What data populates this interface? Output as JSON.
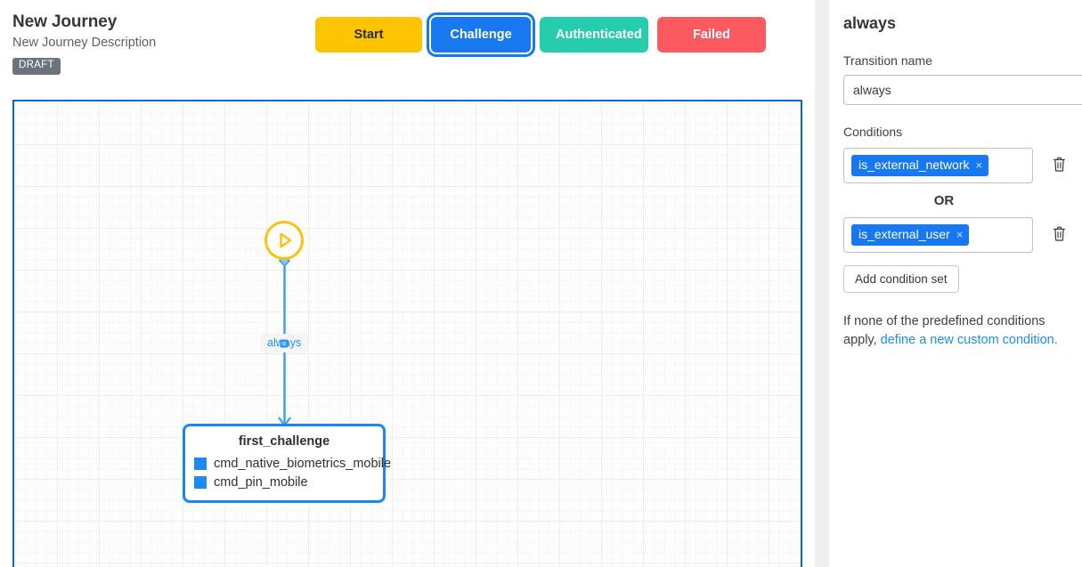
{
  "header": {
    "title": "New Journey",
    "description": "New Journey Description",
    "status_badge": "DRAFT"
  },
  "state_buttons": [
    {
      "label": "Start",
      "color": "#fec400",
      "text_color": "#2b2b2b",
      "selected": false
    },
    {
      "label": "Challenge",
      "color": "#1878f0",
      "text_color": "#ffffff",
      "selected": true
    },
    {
      "label": "Authenticated",
      "color": "#26ccac",
      "text_color": "#ffffff",
      "selected": false
    },
    {
      "label": "Failed",
      "color": "#fb5a60",
      "text_color": "#ffffff",
      "selected": false
    }
  ],
  "canvas": {
    "start_node": {
      "icon": "play-icon",
      "color": "#fcc10a"
    },
    "edge": {
      "label": "always",
      "color": "#3ba2f0"
    },
    "challenge_node": {
      "title": "first_challenge",
      "border_color": "#1887f2",
      "items": [
        {
          "label": "cmd_native_biometrics_mobile",
          "swatch_color": "#1e88f5"
        },
        {
          "label": "cmd_pin_mobile",
          "swatch_color": "#1e88f5"
        }
      ]
    }
  },
  "panel": {
    "title": "always",
    "transition_name_label": "Transition name",
    "transition_name_value": "always",
    "transition_name_placeholder": "Transition name",
    "conditions_label": "Conditions",
    "condition_sets": [
      {
        "chip": "is_external_network",
        "remove_symbol": "×"
      },
      {
        "chip": "is_external_user",
        "remove_symbol": "×"
      }
    ],
    "or_label": "OR",
    "add_condition_set_label": "Add condition set",
    "hint_prefix": "If none of the predefined conditions apply, ",
    "hint_link": "define a new custom condition."
  }
}
